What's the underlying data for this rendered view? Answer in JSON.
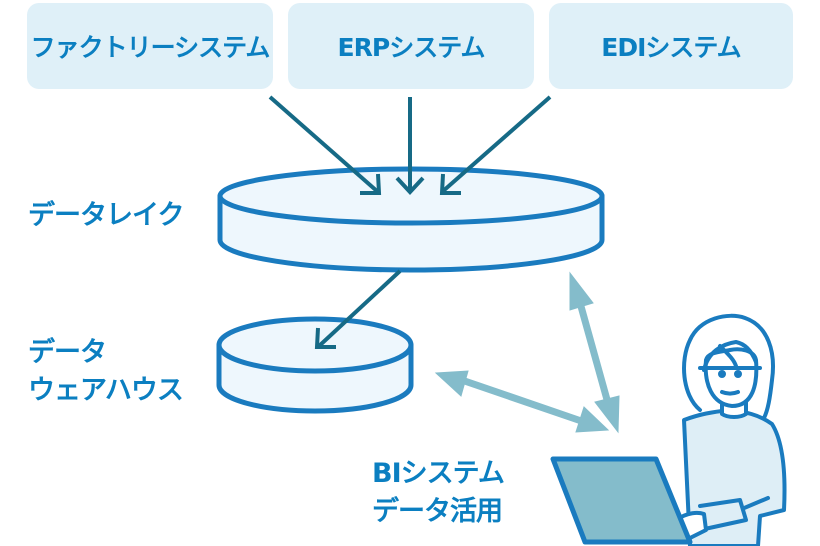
{
  "sources": [
    {
      "label": "ファクトリーシステム"
    },
    {
      "label": "ERPシステム"
    },
    {
      "label": "EDIシステム"
    }
  ],
  "storage": {
    "data_lake": {
      "label": "データレイク"
    },
    "data_warehouse": {
      "label_line1": "データ",
      "label_line2": "ウェアハウス"
    }
  },
  "consumer": {
    "label_line1": "BIシステム",
    "label_line2": "データ活用"
  },
  "colors": {
    "text_blue": "#0b7fc1",
    "box_fill": "#dff0f8",
    "cylinder_stroke": "#1a7bbf",
    "cylinder_fill": "#eef7fd",
    "arrow_dark": "#166a86",
    "arrow_light": "#84bccb",
    "laptop_fill": "#84bccb",
    "shirt_fill": "#deeef6"
  }
}
